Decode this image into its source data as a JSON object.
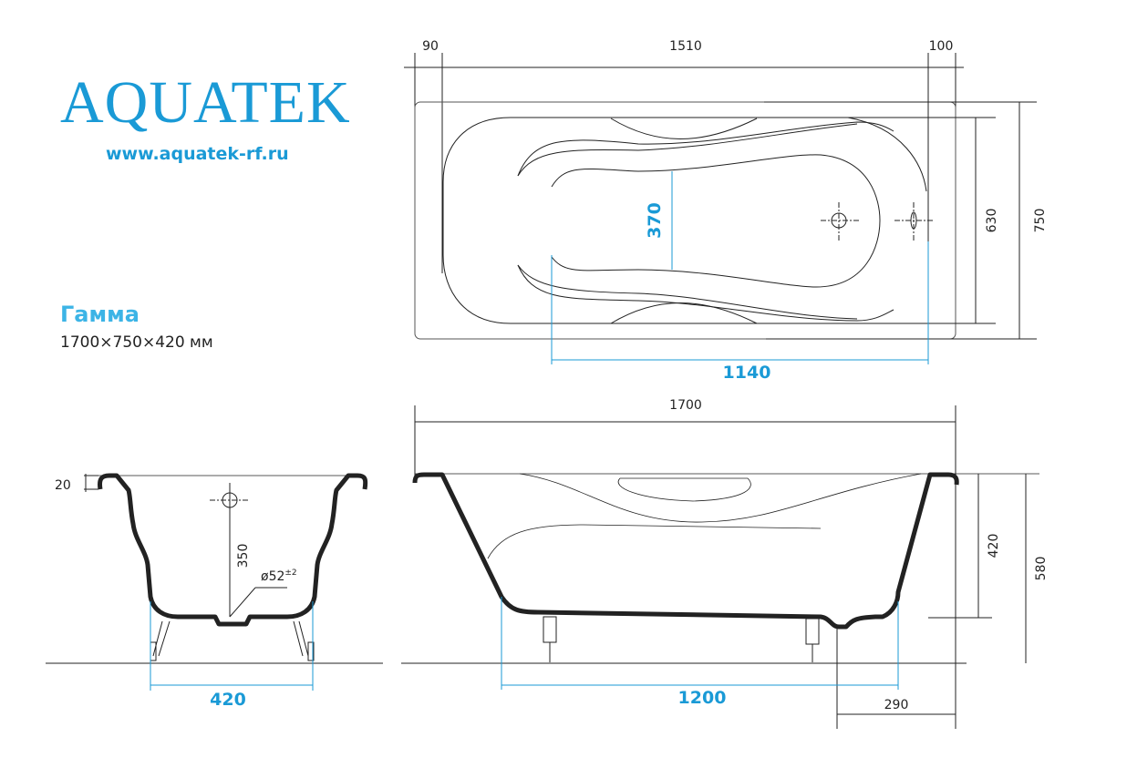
{
  "brand": {
    "logo_text": "AQUATEK",
    "url": "www.aquatek-rf.ru",
    "color": "#1a9ad6"
  },
  "product": {
    "model_name": "Гамма",
    "dimensions_label": "1700×750×420 мм",
    "accent_color": "#3cb4e6"
  },
  "top_view": {
    "dims": {
      "left_offset": "90",
      "inner_length": "1510",
      "right_offset": "100",
      "inner_width": "630",
      "outer_width": "750",
      "bottom_width": "370",
      "bottom_length": "1140"
    }
  },
  "end_view": {
    "dims": {
      "rim_height": "20",
      "drain_height": "350",
      "drain_diameter": "ø52",
      "drain_tolerance": "±2",
      "leg_span": "420"
    }
  },
  "side_view": {
    "dims": {
      "overall_length": "1700",
      "depth": "420",
      "total_height": "580",
      "leg_span": "1200",
      "drain_offset": "290"
    }
  }
}
